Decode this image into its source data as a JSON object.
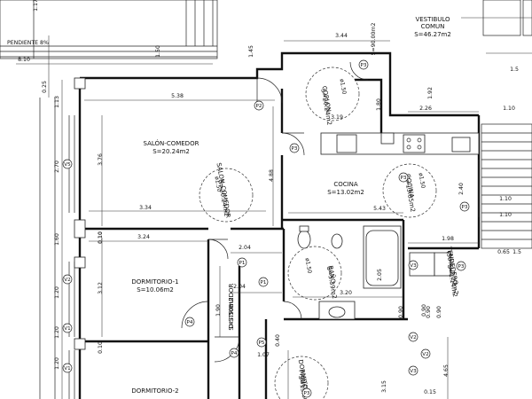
{
  "plan": {
    "rooms": [
      {
        "id": "vestibulo",
        "label": "VESTIBULO\nCOMUN",
        "area": "S=46.27m2"
      },
      {
        "id": "salon",
        "label": "SALÓN-COMEDOR",
        "area": "S=20.24m2"
      },
      {
        "id": "cocina",
        "label": "COCINA",
        "area": "S=13.02m2"
      },
      {
        "id": "dorm1",
        "label": "DORMITORIO-1",
        "area": "S=10.06m2"
      },
      {
        "id": "dorm2",
        "label": "DORMITORIO-2",
        "area": ""
      },
      {
        "id": "distribuidor",
        "label": "DISTRIBUIDOR",
        "area": "S=3.50m2"
      },
      {
        "id": "bano",
        "label": "BAÑO",
        "area": "S=5.39m2"
      },
      {
        "id": "tendedero",
        "label": "TENDEDERO\n(50%) 2.27m2",
        "area": "S=1.14m2"
      },
      {
        "id": "corlon",
        "label": "CORLON",
        "area": "S=20.24m2"
      },
      {
        "id": "sc",
        "label": "SALON-COMEDOR",
        "area": "S=20.24m2"
      },
      {
        "id": "csn",
        "label": "COCINA",
        "area": "S=13.85m2"
      },
      {
        "id": "dp",
        "label": "DORMITOR\nPRINCIPA",
        "area": "S=13.66m"
      }
    ],
    "dimensions": [
      "8.10",
      "1.50",
      "1.45",
      "3.44",
      "S=90.00m2",
      "1.5",
      "0.25",
      "1.13",
      "5.38",
      "3.19",
      "1.80",
      "1.92",
      "2.26",
      "1.10",
      "3.76",
      "2.70",
      "4.88",
      "3.34",
      "5.43",
      "2.40",
      "1.10",
      "1.10",
      "3.24",
      "0.10",
      "1.60",
      "2.04",
      "1.98",
      "0.65",
      "1.5",
      "3.12",
      "1.20",
      "1.90",
      "2.04",
      "2.05",
      "3.20",
      "0.90",
      "0.90",
      "1.20",
      "1.07",
      "0.40",
      "1.20",
      "4.65",
      "3.15",
      "0.10",
      "1.17",
      "0.15"
    ],
    "markers": [
      "P3",
      "P2",
      "P3",
      "P1",
      "P1",
      "P4",
      "P4",
      "P5",
      "P3",
      "V5",
      "V2",
      "V1",
      "V1",
      "V2",
      "V3",
      "V2",
      "V3",
      "P3",
      "P3",
      "P3"
    ],
    "circle_labels": [
      "ø1.50",
      "ø1.50",
      "ø1.50",
      "ø1.50"
    ],
    "side_labels": [
      "PENDIENTE 8%",
      "0.10",
      "0.90",
      "0.90"
    ]
  }
}
